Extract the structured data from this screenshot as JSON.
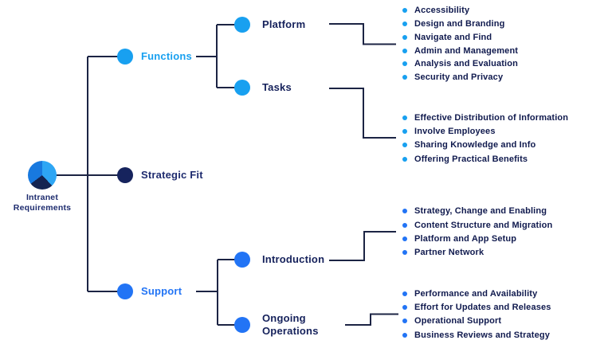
{
  "root": {
    "label": "Intranet Requirements",
    "icon": "pie-chart-icon"
  },
  "nodes": {
    "functions": "Functions",
    "strategic_fit": "Strategic Fit",
    "support": "Support",
    "platform": "Platform",
    "tasks": "Tasks",
    "introduction": "Introduction",
    "ongoing_operations": "Ongoing Operations"
  },
  "lists": {
    "platform": [
      "Accessibility",
      "Design and Branding",
      "Navigate and Find",
      "Admin and Management",
      "Analysis and Evaluation",
      "Security and Privacy"
    ],
    "tasks": [
      "Effective Distribution of Information",
      "Involve Employees",
      "Sharing Knowledge and Info",
      "Offering Practical Benefits"
    ],
    "introduction": [
      "Strategy, Change and Enabling",
      "Content Structure and Migration",
      "Platform and App Setup",
      "Partner Network"
    ],
    "ongoing_operations": [
      "Performance and Availability",
      "Effort for Updates and Releases",
      "Operational Support",
      "Business Reviews and Strategy"
    ]
  },
  "colors": {
    "cyan_accent": "#18A0F0",
    "royal_blue_accent": "#2274F5",
    "navy_circle": "#16235D",
    "leaf_text": "#101A4E",
    "node_text": "#15215B",
    "strategic_fit_text": "#1F2C6F",
    "root_label_text": "#1D2B6E",
    "connector_line": "#1C2444",
    "root_icon_left": "#1879DF",
    "root_icon_right": "#2EA6F4",
    "root_icon_bottom": "#142451",
    "background": "#FFFFFF"
  }
}
